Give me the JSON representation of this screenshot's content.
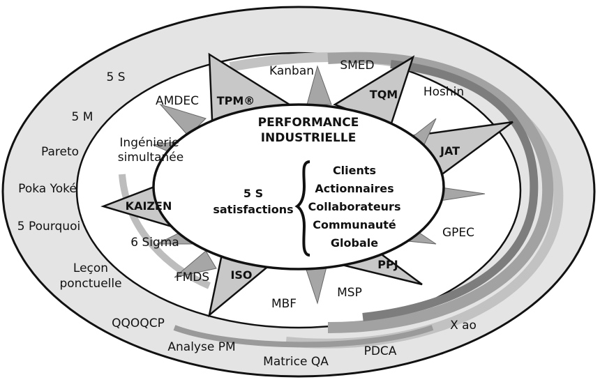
{
  "center": {
    "title_line1": "PERFORMANCE",
    "title_line2": "INDUSTRIELLE",
    "satisfactions_line1": "5 S",
    "satisfactions_line2": "satisfactions",
    "stakeholders": [
      "Clients",
      "Actionnaires",
      "Collaborateurs",
      "Communauté",
      "Globale"
    ]
  },
  "star_points": {
    "tpm": "TPM®",
    "tqm": "TQM",
    "jat": "JAT",
    "kaizen": "KAIZEN",
    "iso": "ISO",
    "ppj": "PPJ"
  },
  "inner_ring": {
    "kanban": "Kanban",
    "smed": "SMED",
    "hoshin": "Hoshin",
    "amdec": "AMDEC",
    "ingenierie_line1": "Ingénierie",
    "ingenierie_line2": "simultanée",
    "gpec": "GPEC",
    "six_sigma": "6 Sigma",
    "fmds": "FMDS",
    "mbf": "MBF",
    "msp": "MSP"
  },
  "outer_ring": {
    "five_s": "5 S",
    "five_m": "5 M",
    "pareto": "Pareto",
    "poka_yoke": "Poka Yoké",
    "five_pourquoi": "5 Pourquoi",
    "lecon_line1": "Leçon",
    "lecon_line2": "ponctuelle",
    "qqoqcp": "QQOQCP",
    "analyse_pm": "Analyse PM",
    "matrice_qa": "Matrice QA",
    "pdca": "PDCA",
    "x_ao": "X ao"
  },
  "colors": {
    "outer_ring_fill": "#e4e4e4",
    "swoosh_dark": "#8a8a8a",
    "swoosh_mid": "#b3b3b3",
    "star_fill": "#c8c8c8",
    "small_spike_fill": "#a6a6a6",
    "outline": "#111111"
  }
}
